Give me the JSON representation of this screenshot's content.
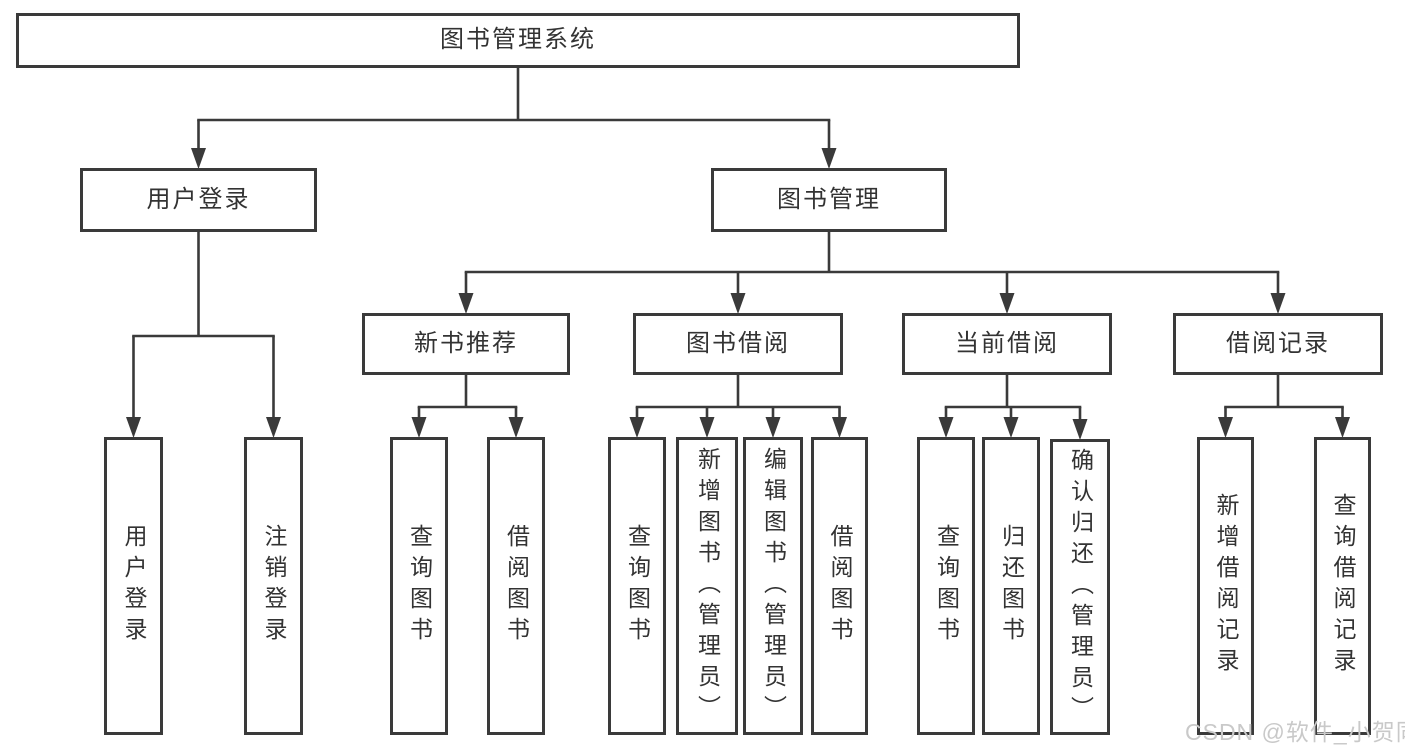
{
  "title": "图书管理系统",
  "nodes": {
    "root": {
      "label": "图书管理系统"
    },
    "user_login": {
      "label": "用户登录"
    },
    "book_mgmt": {
      "label": "图书管理"
    },
    "new_book_rec": {
      "label": "新书推荐"
    },
    "book_borrow": {
      "label": "图书借阅"
    },
    "current_borrow": {
      "label": "当前借阅"
    },
    "borrow_record": {
      "label": "借阅记录"
    },
    "leaf_user_login": {
      "label": "用户登录"
    },
    "leaf_logout": {
      "label": "注销登录"
    },
    "leaf_nbr_query_book": {
      "label": "查询图书"
    },
    "leaf_nbr_borrow_book": {
      "label": "借阅图书"
    },
    "leaf_bb_query_book": {
      "label": "查询图书"
    },
    "leaf_bb_add_book": {
      "label": "新增图书（管理员）"
    },
    "leaf_bb_edit_book": {
      "label": "编辑图书（管理员）"
    },
    "leaf_bb_borrow_book": {
      "label": "借阅图书"
    },
    "leaf_cb_query_book": {
      "label": "查询图书"
    },
    "leaf_cb_return_book": {
      "label": "归还图书"
    },
    "leaf_cb_confirm_return": {
      "label": "确认归还（管理员）"
    },
    "leaf_br_add_record": {
      "label": "新增借阅记录"
    },
    "leaf_br_query_record": {
      "label": "查询借阅记录"
    }
  },
  "edges": [
    {
      "from": "root",
      "to": [
        "user_login",
        "book_mgmt"
      ]
    },
    {
      "from": "user_login",
      "to": [
        "leaf_user_login",
        "leaf_logout"
      ]
    },
    {
      "from": "book_mgmt",
      "to": [
        "new_book_rec",
        "book_borrow",
        "current_borrow",
        "borrow_record"
      ]
    },
    {
      "from": "new_book_rec",
      "to": [
        "leaf_nbr_query_book",
        "leaf_nbr_borrow_book"
      ]
    },
    {
      "from": "book_borrow",
      "to": [
        "leaf_bb_query_book",
        "leaf_bb_add_book",
        "leaf_bb_edit_book",
        "leaf_bb_borrow_book"
      ]
    },
    {
      "from": "current_borrow",
      "to": [
        "leaf_cb_query_book",
        "leaf_cb_return_book",
        "leaf_cb_confirm_return"
      ]
    },
    {
      "from": "borrow_record",
      "to": [
        "leaf_br_add_record",
        "leaf_br_query_record"
      ]
    }
  ],
  "watermark": {
    "text": "CSDN @软件_小贺同学"
  },
  "colors": {
    "line": "#3a3a3a",
    "border": "#3a3a3a",
    "text": "#333333",
    "watermark": "#c9c9c9",
    "background": "#ffffff"
  }
}
